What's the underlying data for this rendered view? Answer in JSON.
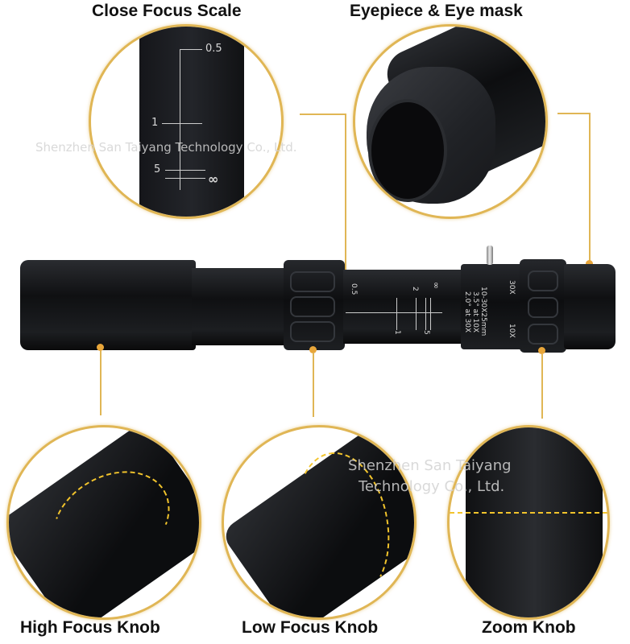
{
  "labels": {
    "close_focus_scale": "Close Focus Scale",
    "eyepiece_eye_mask": "Eyepiece & Eye mask",
    "high_focus_knob": "High Focus Knob",
    "low_focus_knob": "Low Focus Knob",
    "zoom_knob": "Zoom Knob"
  },
  "scale": {
    "marks": [
      "0.5",
      "1",
      "5",
      "∞"
    ],
    "body_marks": [
      "0.5",
      "1",
      "2",
      "5",
      "∞"
    ]
  },
  "specs": {
    "line1": "10-30X25mm",
    "line2": "3.5° at 10X",
    "line3": "2.0° at 30X",
    "zoom_max": "30X",
    "zoom_min": "10X"
  },
  "watermark": {
    "line_full": "Shenzhen San Taiyang Technology Co., Ltd.",
    "line_a": "Shenzhen San Taiyang",
    "line_b": "Technology Co., Ltd."
  },
  "colors": {
    "accent": "#e0b655",
    "dot": "#e8a63a",
    "body": "#111214"
  }
}
